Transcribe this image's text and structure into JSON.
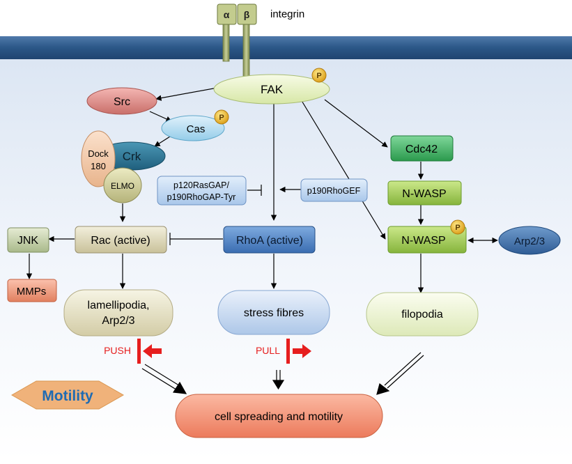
{
  "membrane": {
    "receptor_label": "integrin",
    "subunit_alpha": "α",
    "subunit_beta": "β"
  },
  "phospho_label": "P",
  "nodes": {
    "fak": "FAK",
    "src": "Src",
    "cas": "Cas",
    "crk": "Crk",
    "dock180": [
      "Dock",
      "180"
    ],
    "elmo": "ELMO",
    "rasgap": [
      "p120RasGAP/",
      "p190RhoGAP-Tyr"
    ],
    "rhogef": "p190RhoGEF",
    "cdc42": "Cdc42",
    "nwasp": "N-WASP",
    "nwasp_p": "N-WASP",
    "arp23": "Arp2/3",
    "jnk": "JNK",
    "rac": "Rac (active)",
    "rhoa": "RhoA (active)",
    "mmps": "MMPs",
    "lamellipodia": [
      "lamellipodia,",
      "Arp2/3"
    ],
    "stress_fibres": "stress fibres",
    "filopodia": "filopodia",
    "push": "PUSH",
    "pull": "PULL",
    "motility": "Motility",
    "outcome": "cell spreading and motility"
  },
  "colors": {
    "membrane": "#2f5a8c",
    "plasma": "#e6eef8",
    "force_red": "#e61e1e",
    "motility_text": "#1f6bb3",
    "motility_diamond": "#f0b27a"
  }
}
